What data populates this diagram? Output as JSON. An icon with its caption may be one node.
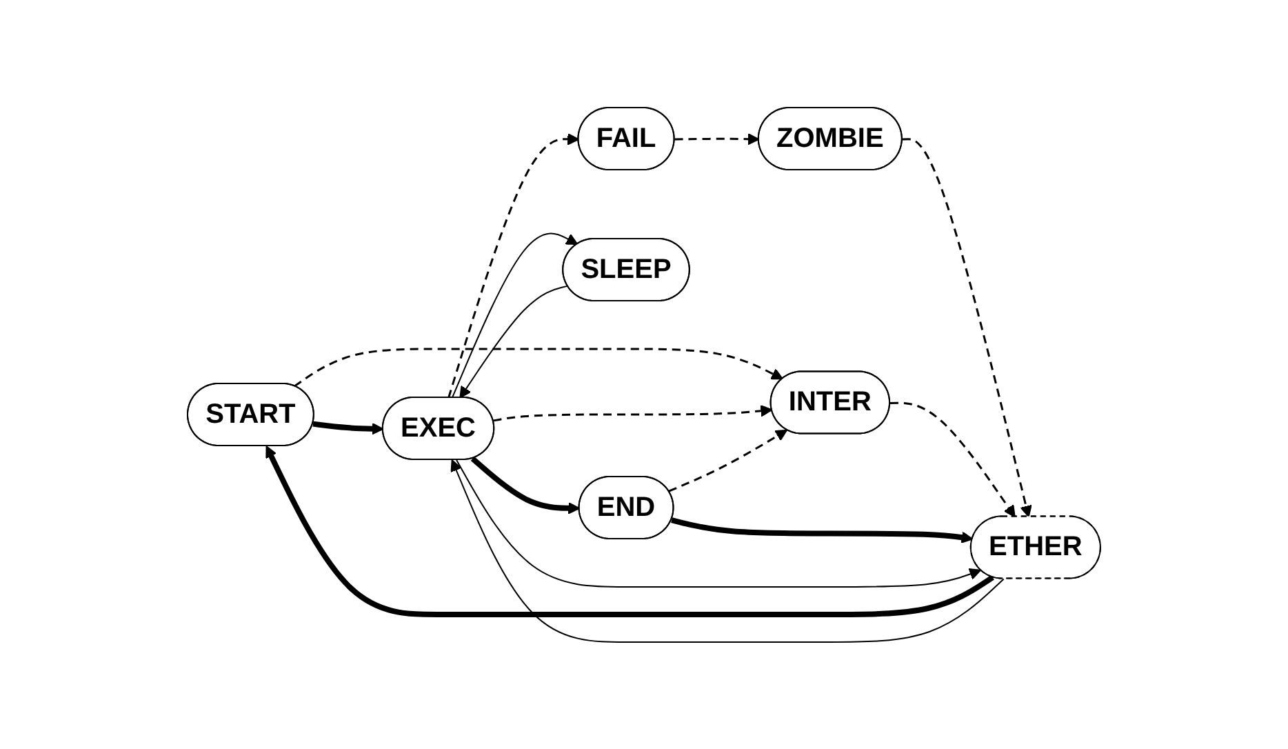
{
  "diagram": {
    "nodes": [
      {
        "text": [
          "START"
        ]
      },
      {
        "text": [
          "ETHER"
        ]
      },
      {
        "text": [
          "ZOMBIE"
        ]
      },
      {
        "text": [
          "FAIL"
        ]
      },
      {
        "text": [
          "EXEC"
        ]
      },
      {
        "text": [
          "SLEEP"
        ]
      },
      {
        "text": [
          "INTER"
        ]
      },
      {
        "text": [
          "END"
        ]
      }
    ],
    "edges": [
      {
        "from": 1,
        "to": 0,
        "arrow": "to",
        "style": "thick"
      },
      {
        "from": 0,
        "to": 4,
        "arrow": "to",
        "style": "thick"
      },
      {
        "from": 1,
        "to": 4,
        "arrow": "to"
      },
      {
        "from": 0,
        "to": 6,
        "arrow": "to",
        "style": "dashed"
      },
      {
        "from": 4,
        "to": 5,
        "arrow": "to"
      },
      {
        "from": 5,
        "to": 4,
        "arrow": "to"
      },
      {
        "from": 4,
        "to": 3,
        "arrow": "to",
        "style": "dashed"
      },
      {
        "from": 3,
        "to": 2,
        "arrow": "to",
        "style": "dashed"
      },
      {
        "from": 2,
        "to": 1,
        "arrow": "to",
        "style": "dashed"
      },
      {
        "from": 4,
        "to": 6,
        "arrow": "to",
        "style": "dashed"
      },
      {
        "from": 6,
        "to": 1,
        "arrow": "to",
        "style": "dashed"
      },
      {
        "from": 4,
        "to": 7,
        "arrow": "to",
        "style": "thick"
      },
      {
        "from": 7,
        "to": 1,
        "arrow": "to",
        "style": "thick"
      },
      {
        "from": 7,
        "to": 6,
        "arrow": "to",
        "style": "dashed"
      },
      {
        "from": 4,
        "to": 1,
        "arrow": "to"
      }
    ]
  }
}
